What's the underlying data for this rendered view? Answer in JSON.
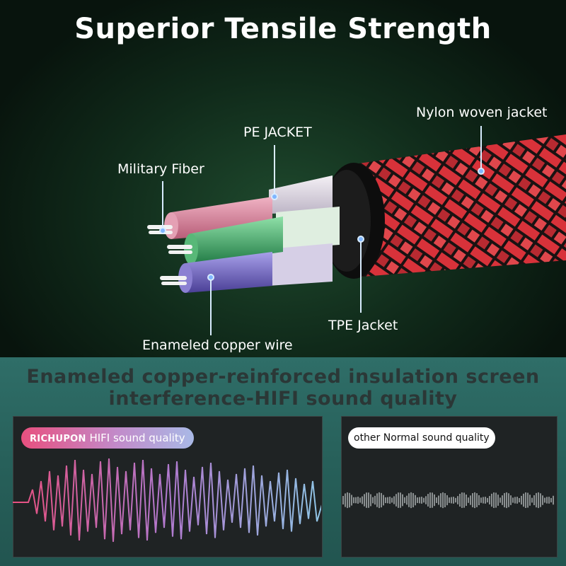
{
  "header": {
    "title": "Superior Tensile Strength"
  },
  "callouts": {
    "nylon": "Nylon woven jacket",
    "pe": "PE JACKET",
    "military": "Military Fiber",
    "tpe": "TPE Jacket",
    "copper": "Enameled copper wire"
  },
  "bottom": {
    "line1": "Enameled copper-reinforced insulation screen",
    "line2": "interference-HIFI sound quality",
    "left_panel": {
      "brand": "RICHUPON",
      "label": "HIFI sound quality"
    },
    "right_panel": {
      "label": "other Normal sound quality"
    }
  },
  "colors": {
    "braid_red": "#d8323a",
    "strand_pink": "#d98aa0",
    "strand_green": "#3e9a62",
    "strand_purple": "#6d62b5",
    "wave_start": "#e8507f",
    "wave_end": "#8fc6e6",
    "wave_grey": "#8a8f90"
  }
}
